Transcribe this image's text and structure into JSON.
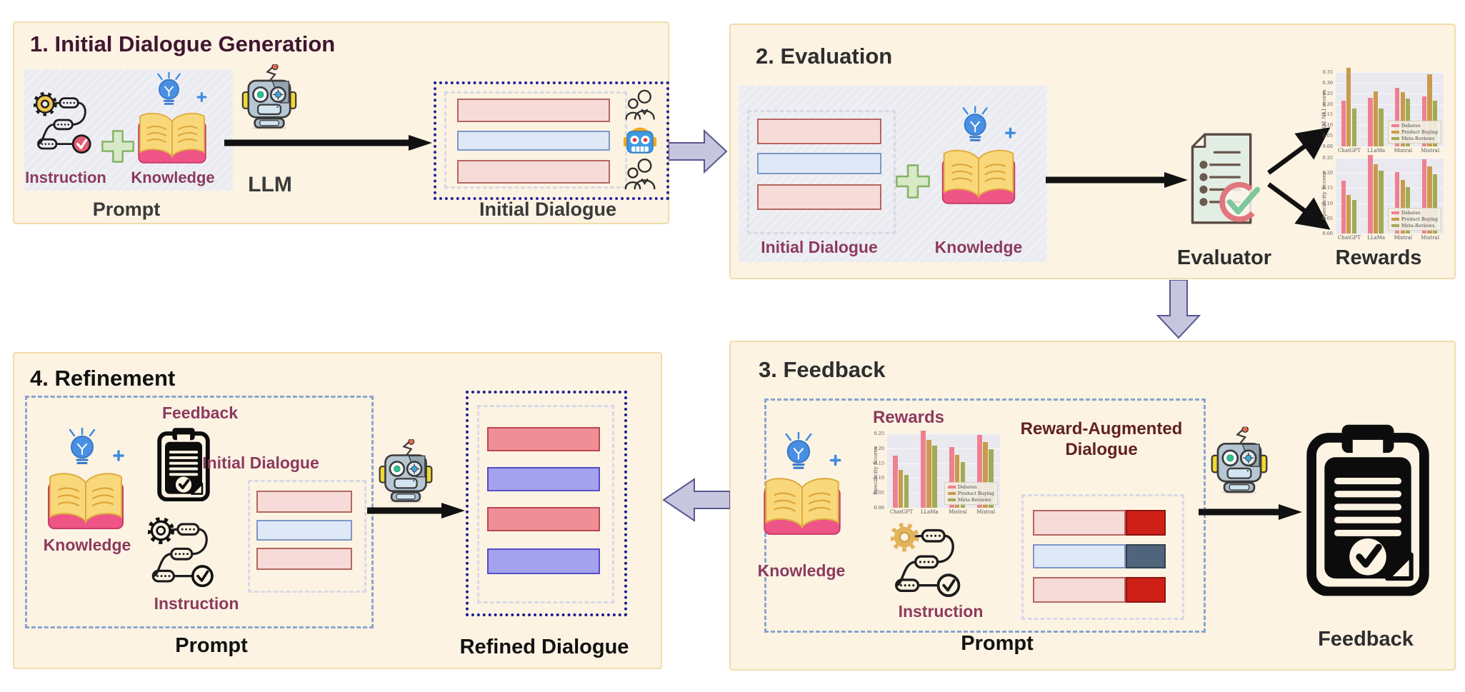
{
  "panel1": {
    "title": "1. Initial Dialogue Generation",
    "instruction": "Instruction",
    "knowledge": "Knowledge",
    "prompt": "Prompt",
    "llm": "LLM",
    "initial_dialogue": "Initial Dialogue"
  },
  "panel2": {
    "title": "2. Evaluation",
    "initial_dialogue": "Initial Dialogue",
    "knowledge": "Knowledge",
    "evaluator": "Evaluator",
    "rewards": "Rewards"
  },
  "panel3": {
    "title": "3. Feedback",
    "rewards": "Rewards",
    "knowledge": "Knowledge",
    "instruction": "Instruction",
    "reward_augmented_dialogue": "Reward-Augmented Dialogue",
    "prompt": "Prompt",
    "feedback": "Feedback"
  },
  "panel4": {
    "title": "4. Refinement",
    "feedback": "Feedback",
    "knowledge": "Knowledge",
    "instruction": "Instruction",
    "initial_dialogue": "Initial Dialogue",
    "prompt": "Prompt",
    "refined_dialogue": "Refined Dialogue"
  },
  "colors": {
    "panel_bg": "#fcf3e3",
    "panel_border": "#f1dcab",
    "maroon_label": "#8c3a5e",
    "panel1_title": "#401631",
    "brick_label": "#5f2120",
    "dark_label": "#3a3a3a",
    "bar_pink_fill": "#f6dbd9",
    "bar_pink_border": "#b4675f",
    "bar_blue_fill": "#dfe8f6",
    "bar_blue_border": "#7e97c6",
    "reward_red": "#cf2018",
    "reward_slate": "#50657b",
    "refined_pink": "#ee8e96",
    "refined_purple": "#a5a2ee",
    "dotted_navy": "#23239b",
    "dashed_blue": "#8aa5cd",
    "purple_arrow_fill": "#c7c6df",
    "purple_arrow_border": "#5a5690",
    "green_plus_fill": "#d8e9c8",
    "green_plus_border": "#86b36a"
  },
  "chart_data": [
    {
      "type": "bar",
      "title": "",
      "ylabel": "Q2 NLI scores",
      "xlabel": "",
      "categories": [
        "ChatGPT",
        "LLaMa",
        "Mistral",
        "Mixtral"
      ],
      "series": [
        {
          "name": "Debates",
          "color": "#ef8090",
          "values": [
            0.215,
            0.23,
            0.275,
            0.235
          ]
        },
        {
          "name": "Product Buying",
          "color": "#c89b4b",
          "values": [
            0.37,
            0.26,
            0.255,
            0.34
          ]
        },
        {
          "name": "Meta-Reviews",
          "color": "#a3aa54",
          "values": [
            0.18,
            0.18,
            0.225,
            0.215
          ]
        }
      ],
      "ylim": [
        0,
        0.35
      ],
      "yticks": [
        0.0,
        0.05,
        0.1,
        0.15,
        0.2,
        0.25,
        0.3,
        0.35
      ],
      "grid": true,
      "legend": true,
      "legend_position": "lower right"
    },
    {
      "type": "bar",
      "title": "",
      "ylabel": "Specificity Scores",
      "xlabel": "",
      "categories": [
        "ChatGPT",
        "LLaMa",
        "Mistral",
        "Mixtral"
      ],
      "series": [
        {
          "name": "Debates",
          "color": "#ef8090",
          "values": [
            0.175,
            0.26,
            0.204,
            0.246
          ]
        },
        {
          "name": "Product Buying",
          "color": "#c89b4b",
          "values": [
            0.127,
            0.228,
            0.178,
            0.222
          ]
        },
        {
          "name": "Meta-Reviews",
          "color": "#a3aa54",
          "values": [
            0.11,
            0.208,
            0.153,
            0.196
          ]
        }
      ],
      "ylim": [
        0,
        0.25
      ],
      "yticks": [
        0.0,
        0.05,
        0.1,
        0.15,
        0.2,
        0.25
      ],
      "grid": true,
      "legend": true,
      "legend_position": "lower right"
    },
    {
      "type": "bar",
      "title": "",
      "ylabel": "Specificity Scores",
      "xlabel": "",
      "categories": [
        "ChatGPT",
        "LLaMa",
        "Mistral",
        "Mixtral"
      ],
      "series": [
        {
          "name": "Debates",
          "color": "#ef8090",
          "values": [
            0.175,
            0.26,
            0.204,
            0.246
          ]
        },
        {
          "name": "Product Buying",
          "color": "#c89b4b",
          "values": [
            0.127,
            0.228,
            0.178,
            0.222
          ]
        },
        {
          "name": "Meta-Reviews",
          "color": "#a3aa54",
          "values": [
            0.11,
            0.208,
            0.153,
            0.196
          ]
        }
      ],
      "ylim": [
        0,
        0.25
      ],
      "yticks": [
        0.0,
        0.05,
        0.1,
        0.15,
        0.2,
        0.25
      ],
      "grid": true,
      "legend": true,
      "legend_position": "lower right"
    }
  ]
}
